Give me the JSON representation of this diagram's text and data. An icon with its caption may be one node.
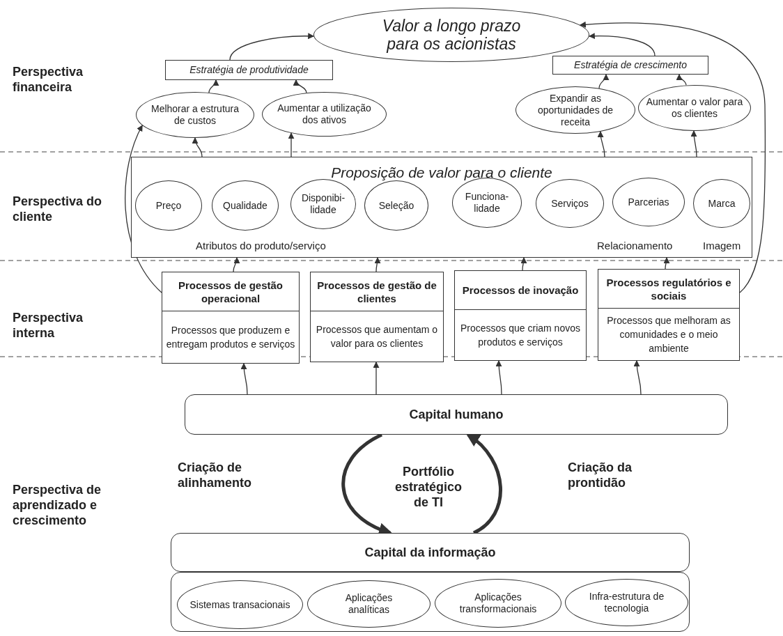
{
  "diagram": {
    "nodes": [
      {
        "text": [
          "Valor a longo prazo para os acionistas"
        ]
      },
      {
        "text": [
          "Estratégia de produtividade"
        ]
      },
      {
        "text": [
          "Estratégia de crescimento"
        ]
      },
      {
        "text": [
          "Melhorar a estrutura de custos"
        ]
      },
      {
        "text": [
          "Aumentar a utilização dos ativos"
        ]
      },
      {
        "text": [
          "Expandir as oportunidades de receita"
        ]
      },
      {
        "text": [
          "Aumentar o valor para os clientes"
        ]
      },
      {
        "text": [
          "Proposição de valor para o cliente",
          "Atributos do produto/serviço",
          "Relacionamento",
          "Imagem"
        ]
      },
      {
        "text": [
          "Preço"
        ],
        "in": 7
      },
      {
        "text": [
          "Qualidade"
        ],
        "in": 7
      },
      {
        "text": [
          "Disponibi- lidade"
        ],
        "in": 7
      },
      {
        "text": [
          "Seleção"
        ],
        "in": 7
      },
      {
        "text": [
          "Funciona- lidade"
        ],
        "in": 7
      },
      {
        "text": [
          "Serviços"
        ],
        "in": 7
      },
      {
        "text": [
          "Parcerias"
        ],
        "in": 7
      },
      {
        "text": [
          "Marca"
        ],
        "in": 7
      },
      {
        "text": [
          "Processos de gestão operacional",
          "Processos que produzem e entregam produtos e serviços"
        ]
      },
      {
        "text": [
          "Processos de gestão de clientes",
          "Processos que aumentam o valor para os clientes"
        ]
      },
      {
        "text": [
          "Processos de inovação",
          "Processos que criam novos produtos e serviços"
        ]
      },
      {
        "text": [
          "Processos regulatórios e sociais",
          "Processos que melhoram as comunidades e o meio ambiente"
        ]
      },
      {
        "text": [
          "Capital humano"
        ]
      },
      {
        "text": [
          "Capital da informação"
        ]
      },
      {
        "text": [],
        "shape": "box"
      },
      {
        "text": [
          "Sistemas transacionais"
        ],
        "in": 22
      },
      {
        "text": [
          "Aplicações analíticas"
        ],
        "in": 22
      },
      {
        "text": [
          "Aplicações transformacionais"
        ],
        "in": 22
      },
      {
        "text": [
          "Infra-estrutura de tecnologia"
        ],
        "in": 22
      }
    ],
    "edges": [
      {
        "from": 1,
        "to": 0,
        "arrow": "to"
      },
      {
        "from": 2,
        "to": 0,
        "arrow": "to"
      },
      {
        "from": 19,
        "to": 0,
        "arrow": "to"
      },
      {
        "from": 16,
        "to": 3,
        "arrow": "to"
      },
      {
        "from": 3,
        "to": 1,
        "arrow": "to"
      },
      {
        "from": 4,
        "to": 1,
        "arrow": "to"
      },
      {
        "from": 5,
        "to": 2,
        "arrow": "to"
      },
      {
        "from": 6,
        "to": 2,
        "arrow": "to"
      },
      {
        "from": 7,
        "to": 3,
        "arrow": "to"
      },
      {
        "from": 7,
        "to": 4,
        "arrow": "to"
      },
      {
        "from": 7,
        "to": 5,
        "arrow": "to"
      },
      {
        "from": 7,
        "to": 6,
        "arrow": "to"
      },
      {
        "from": 16,
        "to": 7,
        "arrow": "to"
      },
      {
        "from": 17,
        "to": 7,
        "arrow": "to"
      },
      {
        "from": 18,
        "to": 7,
        "arrow": "to"
      },
      {
        "from": 19,
        "to": 7,
        "arrow": "to"
      },
      {
        "from": 20,
        "to": 16,
        "arrow": "to"
      },
      {
        "from": 20,
        "to": 17,
        "arrow": "to"
      },
      {
        "from": 20,
        "to": 18,
        "arrow": "to"
      },
      {
        "from": 20,
        "to": 19,
        "arrow": "to"
      },
      {
        "from": 20,
        "to": 21,
        "arrow": "to",
        "style": "thick"
      },
      {
        "from": 21,
        "to": 20,
        "arrow": "to",
        "style": "thick"
      }
    ],
    "labels": [
      "Perspectiva financeira",
      "Perspectiva do cliente",
      "Perspectiva interna",
      "Criação de alinhamento",
      "Portfólio estratégico de TI",
      "Criação da prontidão",
      "Perspectiva de aprendizado e crescimento"
    ]
  }
}
